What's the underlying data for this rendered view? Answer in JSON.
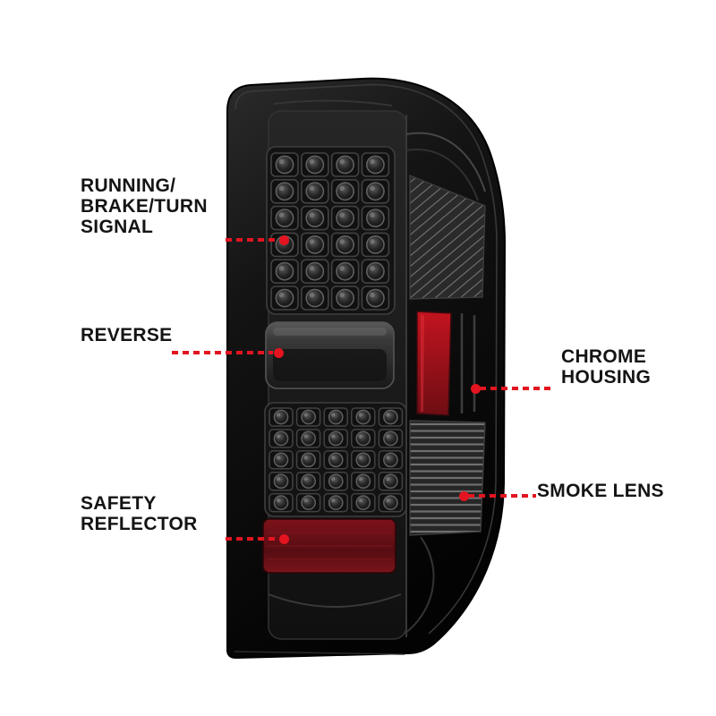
{
  "figure": {
    "description": "Smoked LED truck tail light with annotated feature callouts",
    "background": "#ffffff"
  },
  "colors": {
    "accent_red": "#e31420",
    "label_text": "#141414",
    "body_black": "#0b0b0b",
    "smoke_lens_gray": "#2a2a2a",
    "reflector_red": "#7a1219",
    "reverse_strip_red": "#b0141f"
  },
  "callouts": {
    "running_brake_turn": {
      "line1": "RUNNING/",
      "line2": "BRAKE/TURN",
      "line3": "SIGNAL"
    },
    "reverse": {
      "line1": "REVERSE"
    },
    "safety_reflector": {
      "line1": "SAFETY",
      "line2": "REFLECTOR"
    },
    "chrome_housing": {
      "line1": "CHROME",
      "line2": "HOUSING"
    },
    "smoke_lens": {
      "line1": "SMOKE LENS"
    }
  }
}
